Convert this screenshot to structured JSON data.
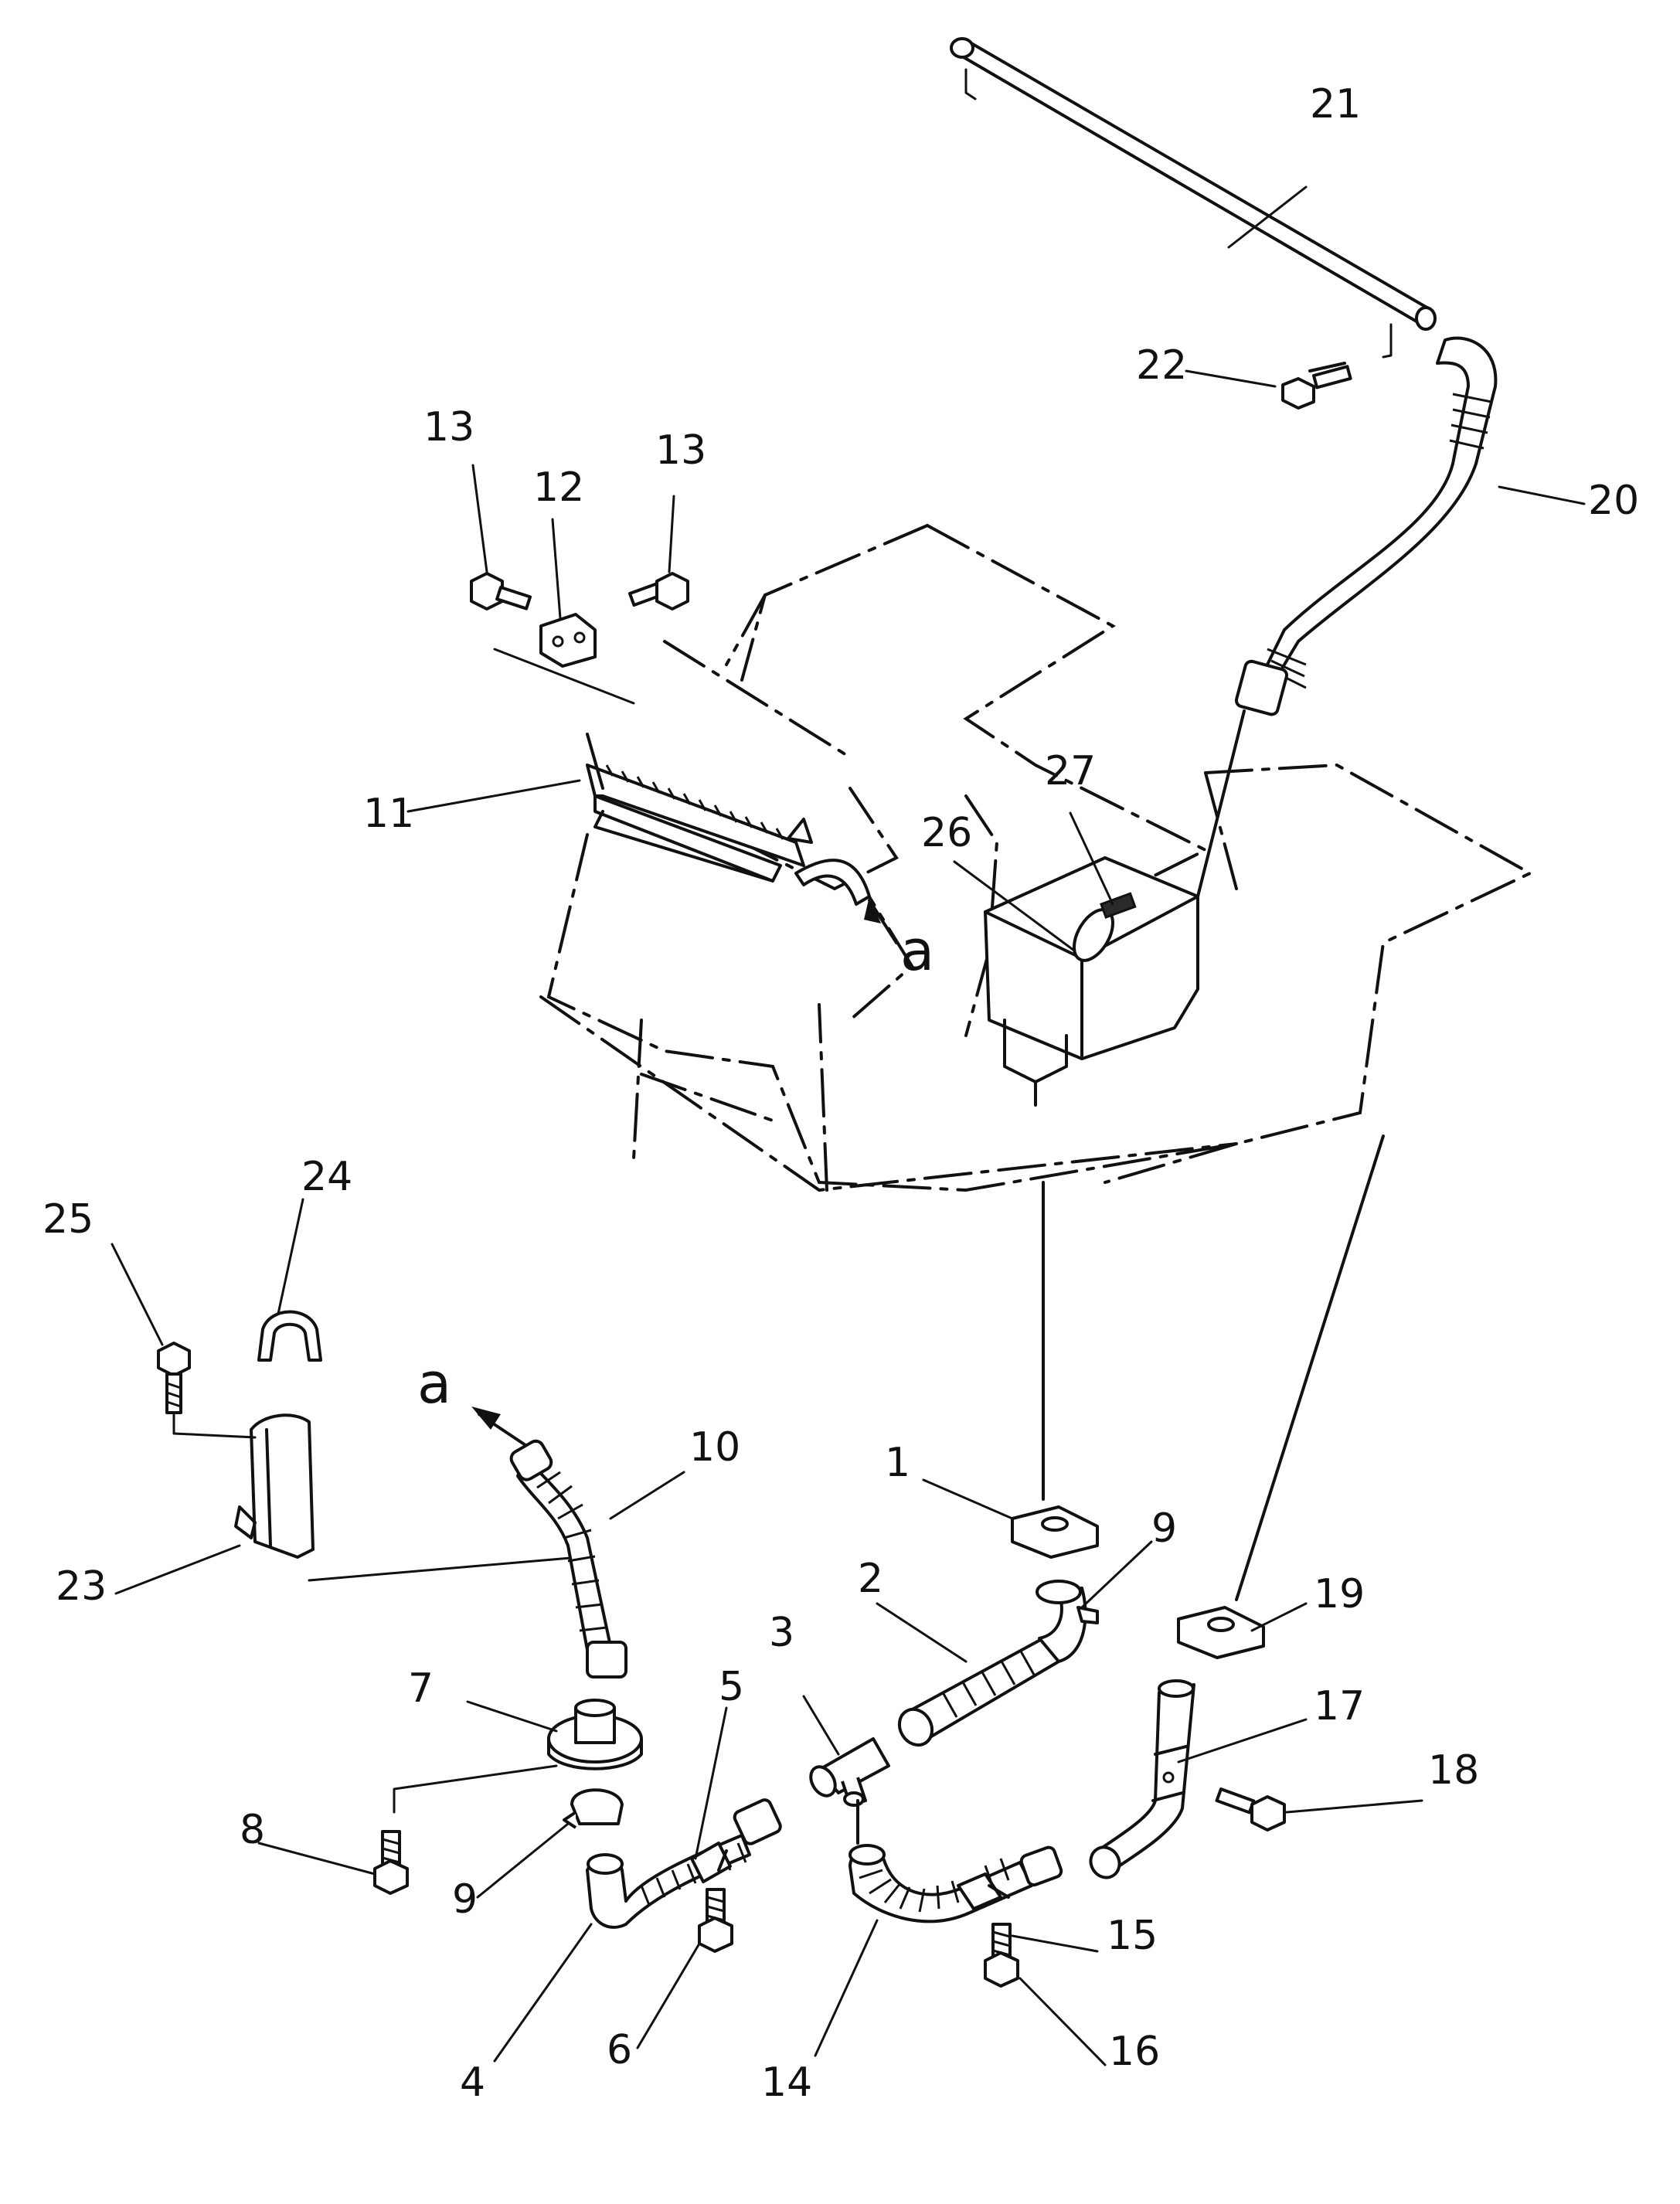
{
  "diagram": {
    "callouts": [
      "1",
      "2",
      "3",
      "4",
      "5",
      "6",
      "7",
      "8",
      "9",
      "9",
      "10",
      "11",
      "12",
      "13",
      "13",
      "14",
      "15",
      "16",
      "17",
      "18",
      "19",
      "20",
      "21",
      "22",
      "23",
      "24",
      "25",
      "26",
      "27"
    ],
    "labels": {
      "n1": "1",
      "n2": "2",
      "n3": "3",
      "n4": "4",
      "n5": "5",
      "n6": "6",
      "n7": "7",
      "n8": "8",
      "n9a": "9",
      "n9b": "9",
      "n10": "10",
      "n11": "11",
      "n12": "12",
      "n13a": "13",
      "n13b": "13",
      "n14": "14",
      "n15": "15",
      "n16": "16",
      "n17": "17",
      "n18": "18",
      "n19": "19",
      "n20": "20",
      "n21": "21",
      "n22": "22",
      "n23": "23",
      "n24": "24",
      "n25": "25",
      "n26": "26",
      "n27": "27",
      "ref_a_top": "a",
      "ref_a_bottom": "a"
    }
  }
}
